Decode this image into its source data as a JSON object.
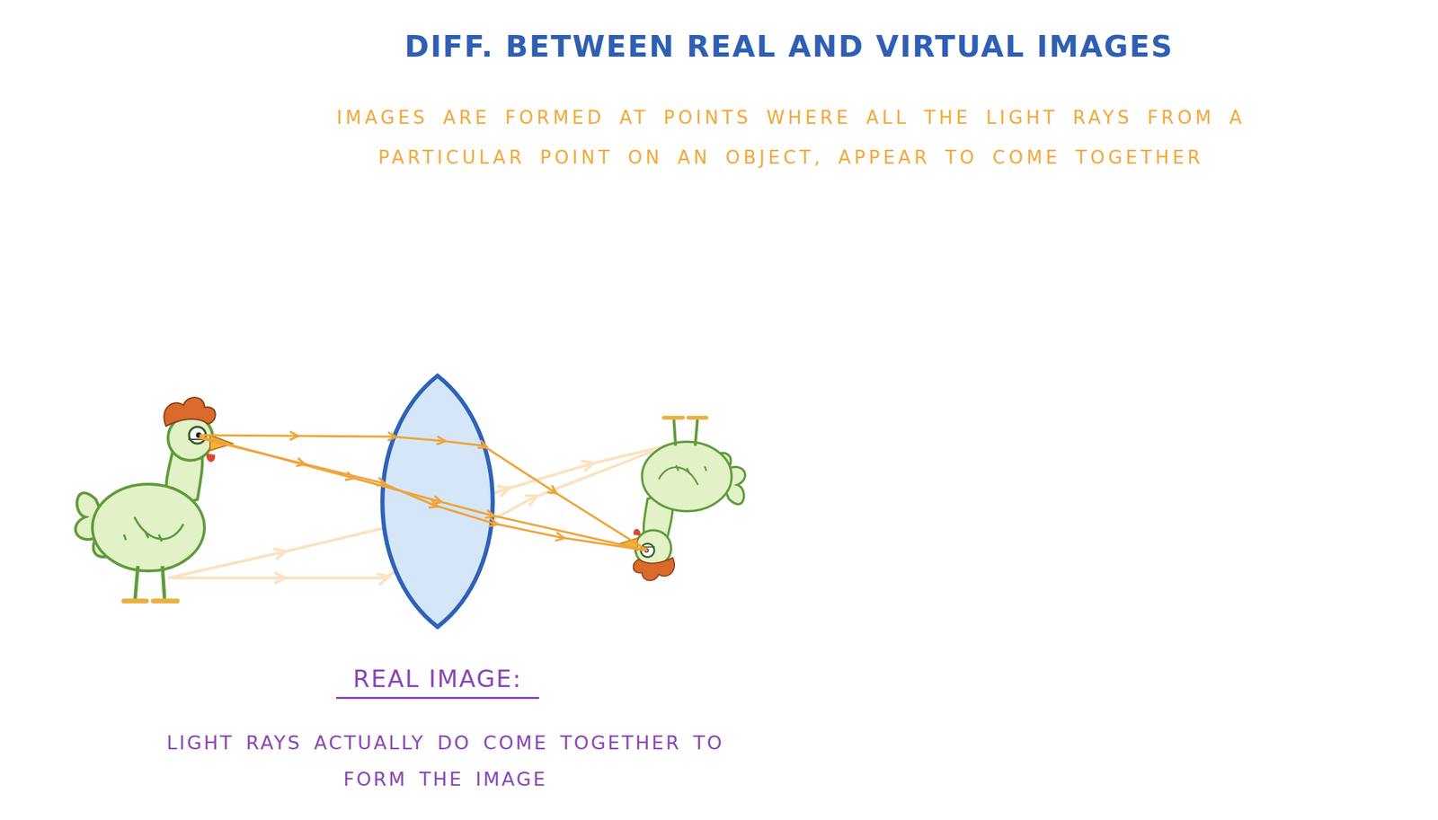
{
  "diagram": {
    "title": "DIFF. BETWEEN REAL AND VIRTUAL IMAGES",
    "labels": [
      "IMAGES ARE FORMED AT POINTS WHERE ALL THE LIGHT RAYS FROM A PARTICULAR POINT ON AN OBJECT, APPEAR TO COME TOGETHER",
      "REAL IMAGE:",
      "LIGHT RAYS ACTUALLY DO COME TOGETHER TO FORM THE IMAGE"
    ]
  }
}
